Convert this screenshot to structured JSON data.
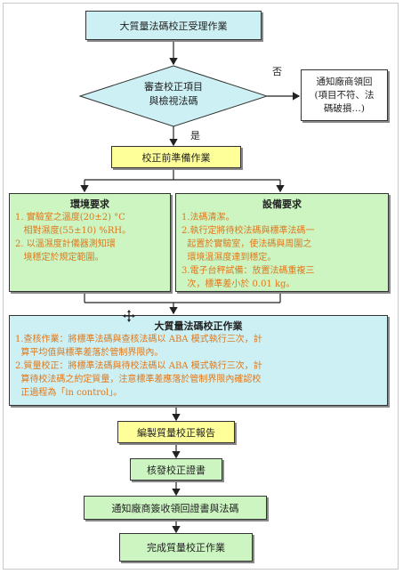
{
  "nodes": {
    "start": "大質量法碼校正受理作業",
    "decision_line1": "審查校正項目",
    "decision_line2": "與檢視法碼",
    "no_label": "否",
    "notify_line1": "通知廠商領回",
    "notify_line2": "(項目不符、法",
    "notify_line3": "碼破損…)",
    "yes_label": "是",
    "prep": "校正前準備作業",
    "env_title": "環境要求",
    "env_items": [
      "1. 實驗室之溫度(20±2) °C",
      "   相對濕度(55±10) %RH。",
      "2. 以溫濕度計儀器測知環",
      "   境穩定於規定範圍。"
    ],
    "equip_title": "設備要求",
    "equip_items": [
      "1.法碼清潔。",
      "2.執行定將待校法碼與標準法碼一",
      "  起置於實驗室，使法碼與周圍之",
      "  環境溫濕度達到穩定。",
      "3.電子台秤試備：放置法碼重複三",
      "  次，標準差小於 0.01 kg。"
    ],
    "calib_title": "大質量法碼校正作業",
    "calib_items": [
      "1.查核作業：將標準法碼與查核法碼以 ABA 模式執行三次，計",
      "  算平均值與標準差落於管制界限內。",
      "2.質量校正：將標準法碼與待校法碼以 ABA 模式執行三次，計",
      "  算待校法碼之約定質量，注意標準差應落於管制界限內確認校",
      "  正過程為「in control」。"
    ],
    "report": "編製質量校正報告",
    "issue": "核發校正證書",
    "notify_return": "通知廠商簽收領回證書與法碼",
    "finish": "完成質量校正作業"
  },
  "colors": {
    "cyan": "#ccf0f4",
    "yellow": "#ffff99",
    "green": "#ccf5c2",
    "text_orange": "#e0781a"
  }
}
